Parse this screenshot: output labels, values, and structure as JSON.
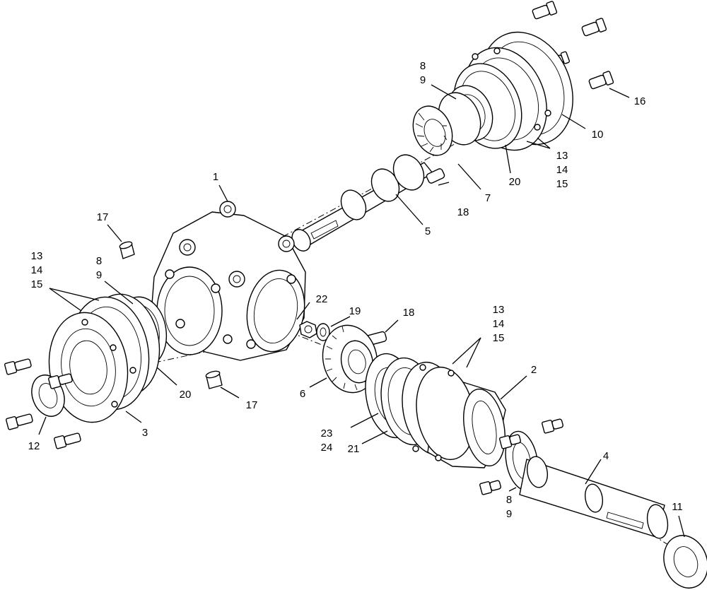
{
  "callouts": [
    {
      "id": "c1",
      "lines": [
        "1"
      ]
    },
    {
      "id": "c2",
      "lines": [
        "2"
      ]
    },
    {
      "id": "c3",
      "lines": [
        "3"
      ]
    },
    {
      "id": "c4",
      "lines": [
        "4"
      ]
    },
    {
      "id": "c5",
      "lines": [
        "5"
      ]
    },
    {
      "id": "c6",
      "lines": [
        "6"
      ]
    },
    {
      "id": "c7",
      "lines": [
        "7"
      ]
    },
    {
      "id": "c10",
      "lines": [
        "10"
      ]
    },
    {
      "id": "c11",
      "lines": [
        "11"
      ]
    },
    {
      "id": "c12",
      "lines": [
        "12"
      ]
    },
    {
      "id": "c16",
      "lines": [
        "16"
      ]
    },
    {
      "id": "c17a",
      "lines": [
        "17"
      ]
    },
    {
      "id": "c17b",
      "lines": [
        "17"
      ]
    },
    {
      "id": "c18a",
      "lines": [
        "18"
      ]
    },
    {
      "id": "c18b",
      "lines": [
        "18"
      ]
    },
    {
      "id": "c19",
      "lines": [
        "19"
      ]
    },
    {
      "id": "c20a",
      "lines": [
        "20"
      ]
    },
    {
      "id": "c20b",
      "lines": [
        "20"
      ]
    },
    {
      "id": "c21",
      "lines": [
        "21"
      ]
    },
    {
      "id": "c22",
      "lines": [
        "22"
      ]
    },
    {
      "id": "c2324",
      "lines": [
        "23",
        "24"
      ]
    },
    {
      "id": "c89a",
      "lines": [
        "8",
        "9"
      ]
    },
    {
      "id": "c89b",
      "lines": [
        "8",
        "9"
      ]
    },
    {
      "id": "c89c",
      "lines": [
        "8",
        "9"
      ]
    },
    {
      "id": "c131415a",
      "lines": [
        "13",
        "14",
        "15"
      ]
    },
    {
      "id": "c131415b",
      "lines": [
        "13",
        "14",
        "15"
      ]
    },
    {
      "id": "c131415c",
      "lines": [
        "13",
        "14",
        "15"
      ]
    }
  ]
}
